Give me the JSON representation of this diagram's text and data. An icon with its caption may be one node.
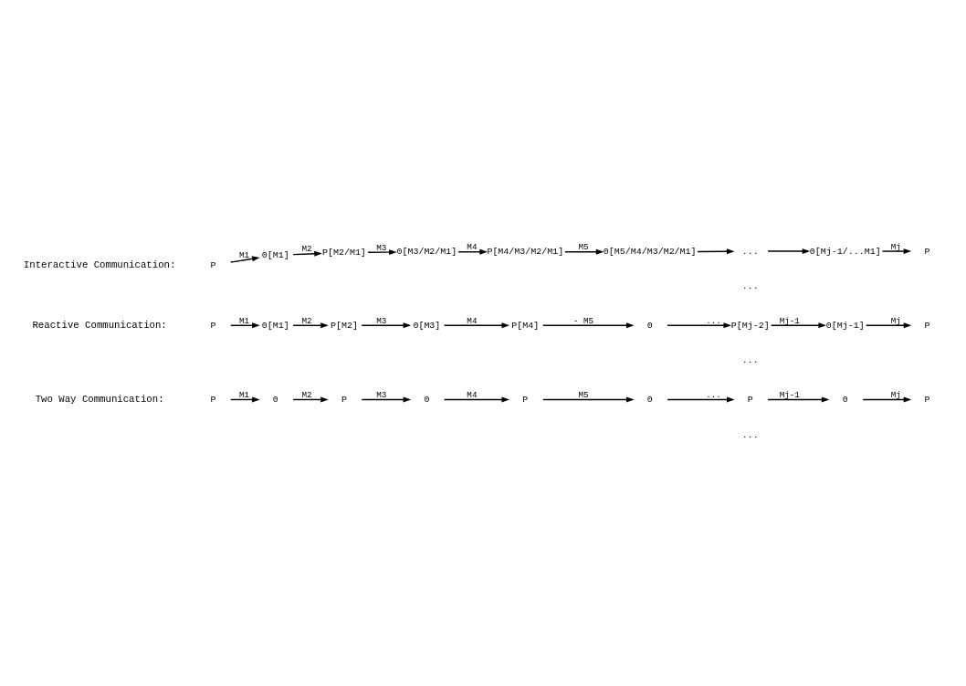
{
  "diagram": {
    "nodes": [
      {
        "text": [
          "P"
        ]
      },
      {
        "text": [
          "0"
        ]
      },
      {
        "text": [
          "P"
        ]
      },
      {
        "text": [
          "0"
        ]
      },
      {
        "text": [
          "P"
        ]
      },
      {
        "text": [
          "0"
        ]
      },
      {
        "text": [
          "P"
        ]
      },
      {
        "text": [
          "0"
        ]
      },
      {
        "text": [
          "P"
        ]
      },
      {
        "text": [
          "P"
        ]
      },
      {
        "text": [
          "0[M1]"
        ]
      },
      {
        "text": [
          "P[M2]"
        ]
      },
      {
        "text": [
          "0[M3]"
        ]
      },
      {
        "text": [
          "P[M4]"
        ]
      },
      {
        "text": [
          "0"
        ]
      },
      {
        "text": [
          "P[Mj-2]"
        ]
      },
      {
        "text": [
          "0[Mj-1]"
        ]
      },
      {
        "text": [
          "P"
        ]
      },
      {
        "text": [
          "P"
        ]
      },
      {
        "text": [
          "0[M1]"
        ]
      },
      {
        "text": [
          "P[M2/M1]"
        ]
      },
      {
        "text": [
          "0[M3/M2/M1]"
        ]
      },
      {
        "text": [
          "P[M4/M3/M2/M1]"
        ]
      },
      {
        "text": [
          "0[M5/M4/M3/M2/M1]"
        ]
      },
      {
        "text": [
          "..."
        ]
      },
      {
        "text": [
          "0[Mj-1/...M1]"
        ]
      },
      {
        "text": [
          "P"
        ]
      }
    ],
    "edges": [
      {
        "from": 0,
        "to": 1,
        "arrow": "to",
        "label": "M1"
      },
      {
        "from": 1,
        "to": 2,
        "arrow": "to",
        "label": "M2"
      },
      {
        "from": 2,
        "to": 3,
        "arrow": "to",
        "label": "M3"
      },
      {
        "from": 3,
        "to": 4,
        "arrow": "to",
        "label": "M4"
      },
      {
        "from": 4,
        "to": 5,
        "arrow": "to",
        "label": "M5"
      },
      {
        "from": 5,
        "to": 6,
        "arrow": "to",
        "label": "..."
      },
      {
        "from": 6,
        "to": 7,
        "arrow": "to",
        "label": "Mj-1"
      },
      {
        "from": 7,
        "to": 8,
        "arrow": "to",
        "label": "Mj"
      },
      {
        "from": 9,
        "to": 10,
        "arrow": "to",
        "label": "M1"
      },
      {
        "from": 10,
        "to": 11,
        "arrow": "to",
        "label": "M2"
      },
      {
        "from": 11,
        "to": 12,
        "arrow": "to",
        "label": "M3"
      },
      {
        "from": 12,
        "to": 13,
        "arrow": "to",
        "label": "M4"
      },
      {
        "from": 13,
        "to": 14,
        "arrow": "to",
        "label": "- M5"
      },
      {
        "from": 14,
        "to": 15,
        "arrow": "to",
        "label": "..."
      },
      {
        "from": 15,
        "to": 16,
        "arrow": "to",
        "label": "Mj-1"
      },
      {
        "from": 16,
        "to": 17,
        "arrow": "to",
        "label": "Mj"
      },
      {
        "from": 18,
        "to": 19,
        "arrow": "to",
        "label": "M1"
      },
      {
        "from": 19,
        "to": 20,
        "arrow": "to",
        "label": "M2"
      },
      {
        "from": 20,
        "to": 21,
        "arrow": "to",
        "label": "M3"
      },
      {
        "from": 21,
        "to": 22,
        "arrow": "to",
        "label": "M4"
      },
      {
        "from": 22,
        "to": 23,
        "arrow": "to",
        "label": "M5"
      },
      {
        "from": 23,
        "to": 24,
        "arrow": "to"
      },
      {
        "from": 24,
        "to": 25,
        "arrow": "to"
      },
      {
        "from": 25,
        "to": 26,
        "arrow": "to",
        "label": "Mj"
      }
    ],
    "labels": [
      "Two Way Communication:",
      "...",
      "Reactive Communication:",
      "...",
      "Interactive Communication:",
      "..."
    ]
  }
}
